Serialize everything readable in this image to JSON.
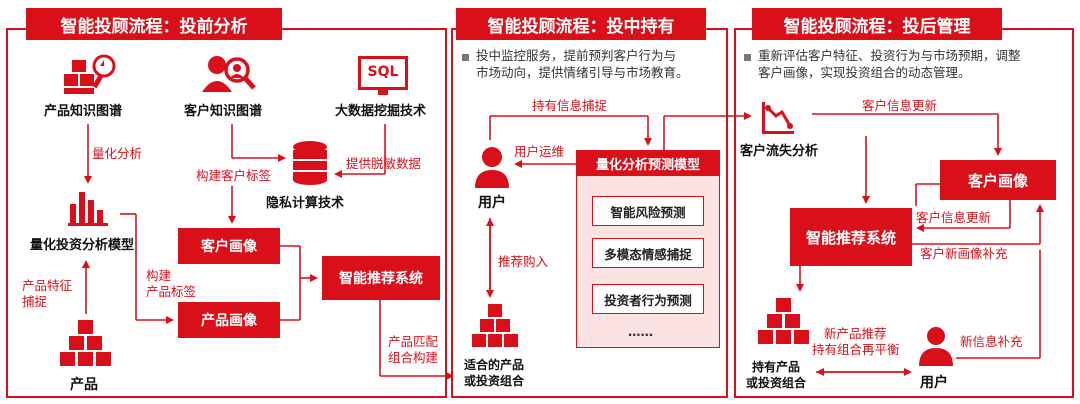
{
  "colors": {
    "accent": "#d9101a",
    "light": "#fbe3e3"
  },
  "panel1": {
    "title": "智能投顾流程：投前分析",
    "product_kg": "产品知识图谱",
    "customer_kg": "客户知识图谱",
    "bigdata": "大数据挖掘技术",
    "sql_text": "SQL",
    "privacy": "隐私计算技术",
    "quant_model": "量化投资分析模型",
    "product": "产品",
    "quant_analysis": "量化分析",
    "product_feature_1": "产品特征",
    "product_feature_2": "捕捉",
    "build_customer_tag": "构建客户标签",
    "provide_data": "提供脱敏数据",
    "build_product_tag_1": "构建",
    "build_product_tag_2": "产品标签",
    "customer_portrait": "客户画像",
    "product_portrait": "产品画像",
    "recommend_system": "智能推荐系统",
    "product_match_1": "产品匹配",
    "product_match_2": "组合构建"
  },
  "panel2": {
    "title": "智能投顾流程：投中持有",
    "desc_1": "投中监控服务，提前预判客户行为与",
    "desc_2": "市场动向，提供情绪引导与市场教育。",
    "hold_capture": "持有信息捕捉",
    "user_ops": "用户运维",
    "user": "用户",
    "model_title": "量化分析预测模型",
    "risk": "智能风险预测",
    "emotion": "多模态情感捕捉",
    "investor": "投资者行为预测",
    "dots": "……",
    "recommend_buy": "推荐购入",
    "suitable_1": "适合的产品",
    "suitable_2": "或投资组合"
  },
  "panel3": {
    "title": "智能投顾流程：投后管理",
    "desc_1": "重新评估客户特征、投资行为与市场预期，调整",
    "desc_2": "客户画像，实现投资组合的动态管理。",
    "churn": "客户流失分析",
    "cust_update_top": "客户信息更新",
    "customer_portrait": "客户画像",
    "recommend_system": "智能推荐系统",
    "cust_update": "客户信息更新",
    "new_portrait": "客户新画像补充",
    "new_product_1": "新产品推荐",
    "new_product_2": "持有组合再平衡",
    "new_info": "新信息补充",
    "holding_1": "持有产品",
    "holding_2": "或投资组合",
    "user": "用户"
  }
}
